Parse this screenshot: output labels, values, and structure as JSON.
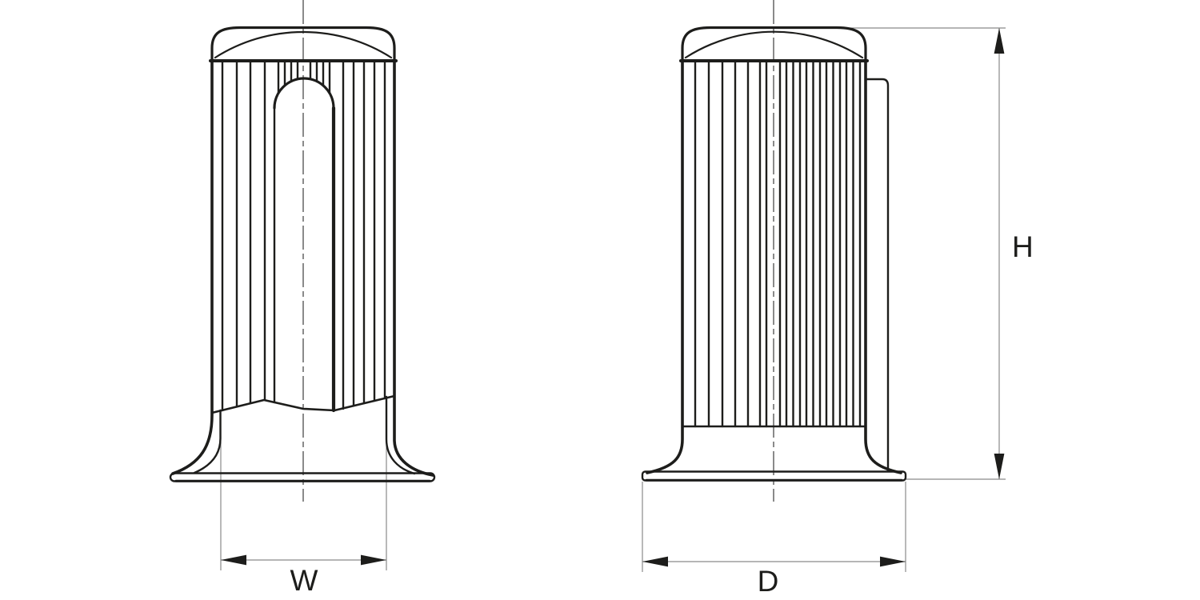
{
  "drawing": {
    "labels": {
      "w": "W",
      "d": "D",
      "h": "H"
    },
    "colors": {
      "ink": "#1d1d1b",
      "dimension": "#8a8a8a",
      "centerline": "#3c3c3c",
      "background": "#ffffff"
    }
  }
}
